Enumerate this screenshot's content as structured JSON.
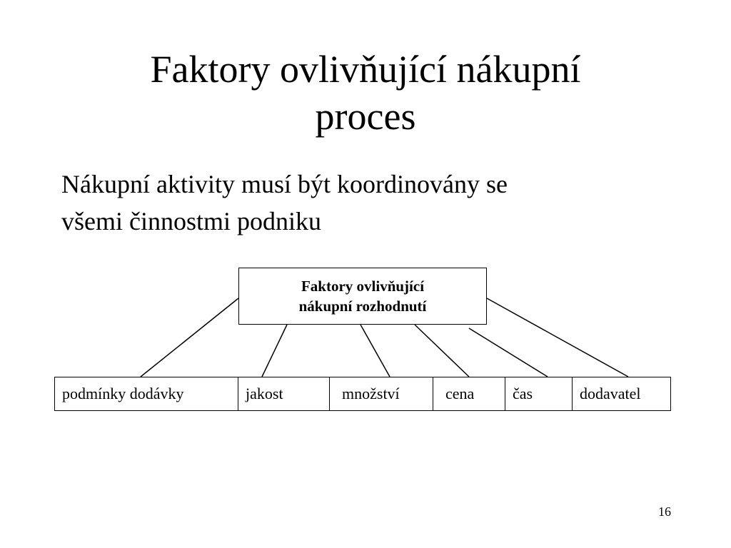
{
  "slide": {
    "title_lines": [
      "Faktory ovlivňující nákupní",
      "proces"
    ],
    "body_lines": [
      "Nákupní aktivity musí být koordinovány se",
      "všemi činnostmi podniku"
    ],
    "page_number": "16"
  },
  "diagram": {
    "center_lines": [
      "Faktory ovlivňující",
      "nákupní rozhodnutí"
    ],
    "factors": [
      "podmínky dodávky",
      "jakost",
      "množství",
      "cena",
      "čas",
      "dodavatel"
    ]
  }
}
